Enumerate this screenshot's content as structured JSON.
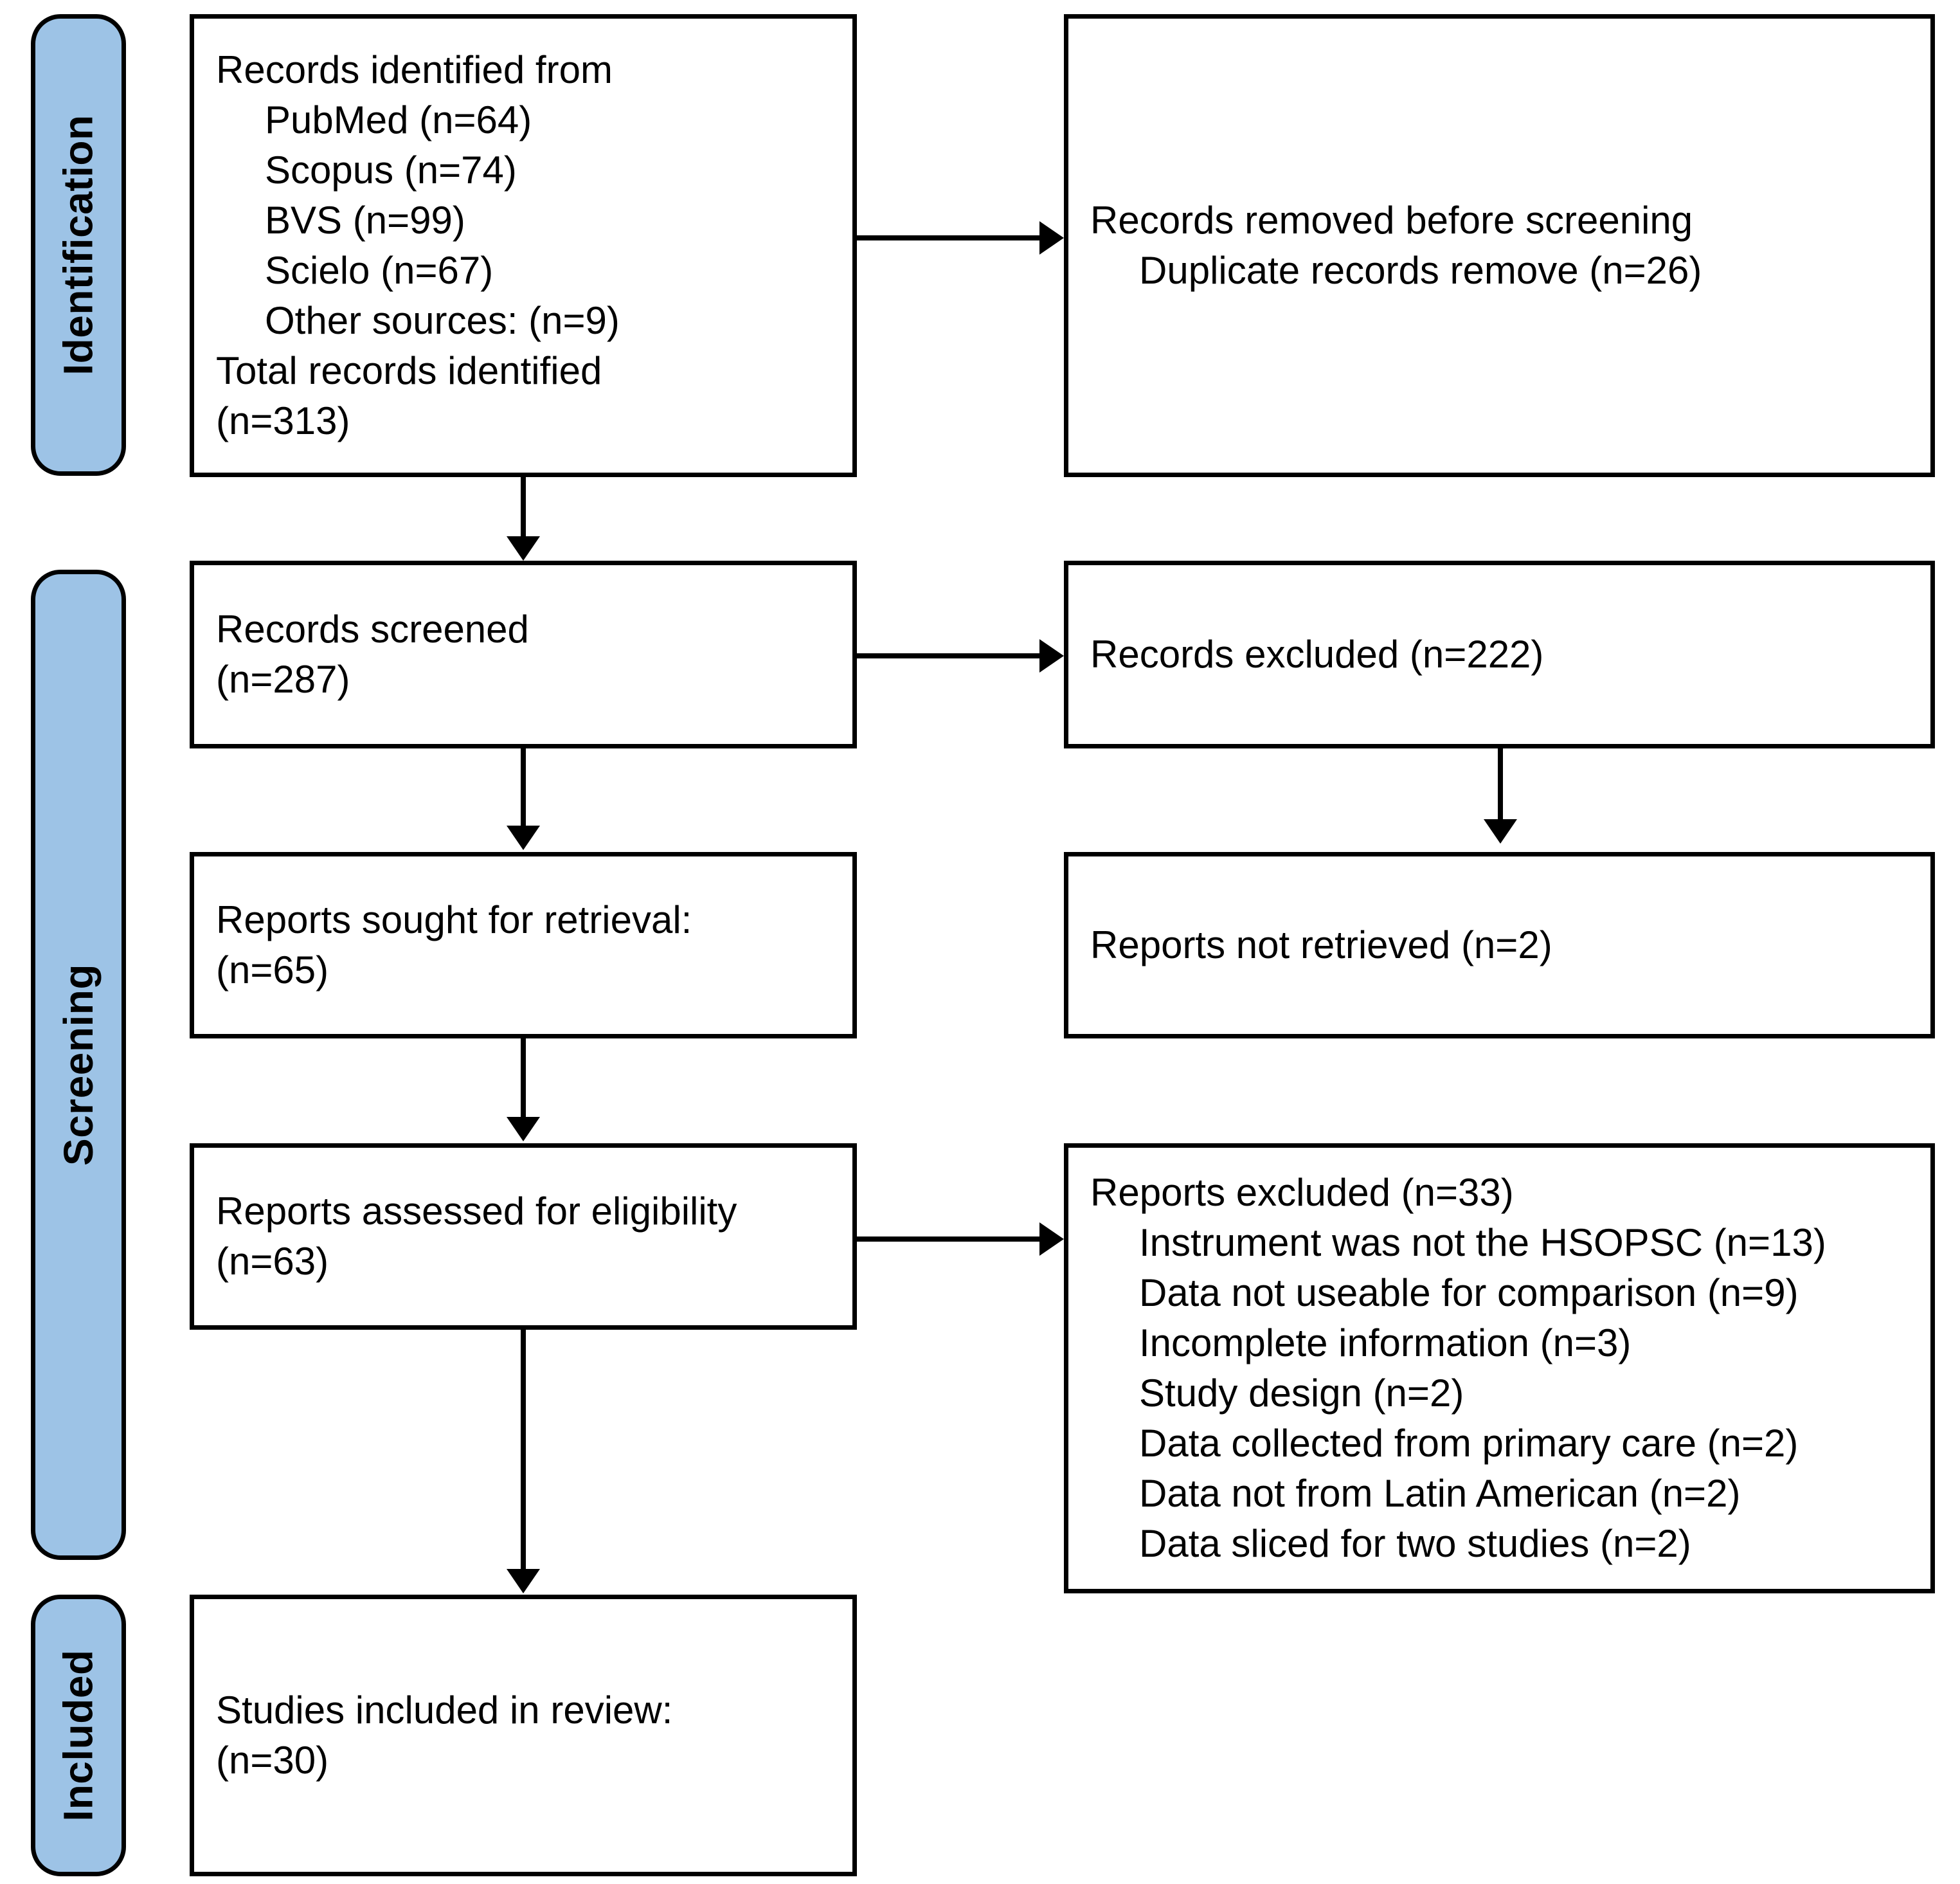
{
  "figure": {
    "type": "prisma-flow-diagram",
    "accent_color": "#9DC3E6",
    "border_color": "#000000",
    "background_color": "#FFFFFF"
  },
  "phases": [
    {
      "id": "identification",
      "label": "Identification"
    },
    {
      "id": "screening",
      "label": "Screening"
    },
    {
      "id": "included",
      "label": "Included"
    }
  ],
  "boxes": {
    "records_identified": {
      "lines": [
        {
          "text": "Records identified from",
          "indent": false
        },
        {
          "text": "PubMed (n=64)",
          "indent": true
        },
        {
          "text": "Scopus (n=74)",
          "indent": true
        },
        {
          "text": "BVS (n=99)",
          "indent": true
        },
        {
          "text": "Scielo (n=67)",
          "indent": true
        },
        {
          "text": "Other sources: (n=9)",
          "indent": true
        },
        {
          "text": "Total records identified",
          "indent": false
        },
        {
          "text": "(n=313)",
          "indent": false
        }
      ]
    },
    "records_removed": {
      "lines": [
        {
          "text": "Records removed before screening",
          "indent": false
        },
        {
          "text": "Duplicate records remove (n=26)",
          "indent": true
        }
      ]
    },
    "records_screened": {
      "lines": [
        {
          "text": "Records screened",
          "indent": false
        },
        {
          "text": "(n=287)",
          "indent": false
        }
      ]
    },
    "records_excluded": {
      "lines": [
        {
          "text": "Records excluded (n=222)",
          "indent": false
        }
      ]
    },
    "reports_sought": {
      "lines": [
        {
          "text": "Reports sought for retrieval:",
          "indent": false
        },
        {
          "text": "(n=65)",
          "indent": false
        }
      ]
    },
    "reports_not_retrieved": {
      "lines": [
        {
          "text": "Reports not retrieved (n=2)",
          "indent": false
        }
      ]
    },
    "reports_assessed": {
      "lines": [
        {
          "text": "Reports assessed for eligibility",
          "indent": false
        },
        {
          "text": "(n=63)",
          "indent": false
        }
      ]
    },
    "reports_excluded": {
      "lines": [
        {
          "text": "Reports excluded (n=33)",
          "indent": false
        },
        {
          "text": "Instrument was not the HSOPSC (n=13)",
          "indent": true
        },
        {
          "text": "Data not useable for comparison (n=9)",
          "indent": true
        },
        {
          "text": "Incomplete information (n=3)",
          "indent": true
        },
        {
          "text": "Study design (n=2)",
          "indent": true
        },
        {
          "text": "Data collected from primary care (n=2)",
          "indent": true
        },
        {
          "text": "Data not from Latin American (n=2)",
          "indent": true
        },
        {
          "text": "Data sliced for two studies (n=2)",
          "indent": true
        }
      ]
    },
    "studies_included": {
      "lines": [
        {
          "text": "Studies included in review:",
          "indent": false
        },
        {
          "text": "(n=30)",
          "indent": false
        }
      ]
    }
  },
  "counts": {
    "pubmed": 64,
    "scopus": 74,
    "bvs": 99,
    "scielo": 67,
    "other_sources": 9,
    "total_identified": 313,
    "duplicates_removed": 26,
    "screened": 287,
    "records_excluded": 222,
    "sought_for_retrieval": 65,
    "not_retrieved": 2,
    "assessed_for_eligibility": 63,
    "reports_excluded": 33,
    "excl_instrument_not_hsopsc": 13,
    "excl_data_not_useable": 9,
    "excl_incomplete_information": 3,
    "excl_study_design": 2,
    "excl_primary_care": 2,
    "excl_not_latin_american": 2,
    "excl_data_sliced": 2,
    "studies_included": 30
  }
}
